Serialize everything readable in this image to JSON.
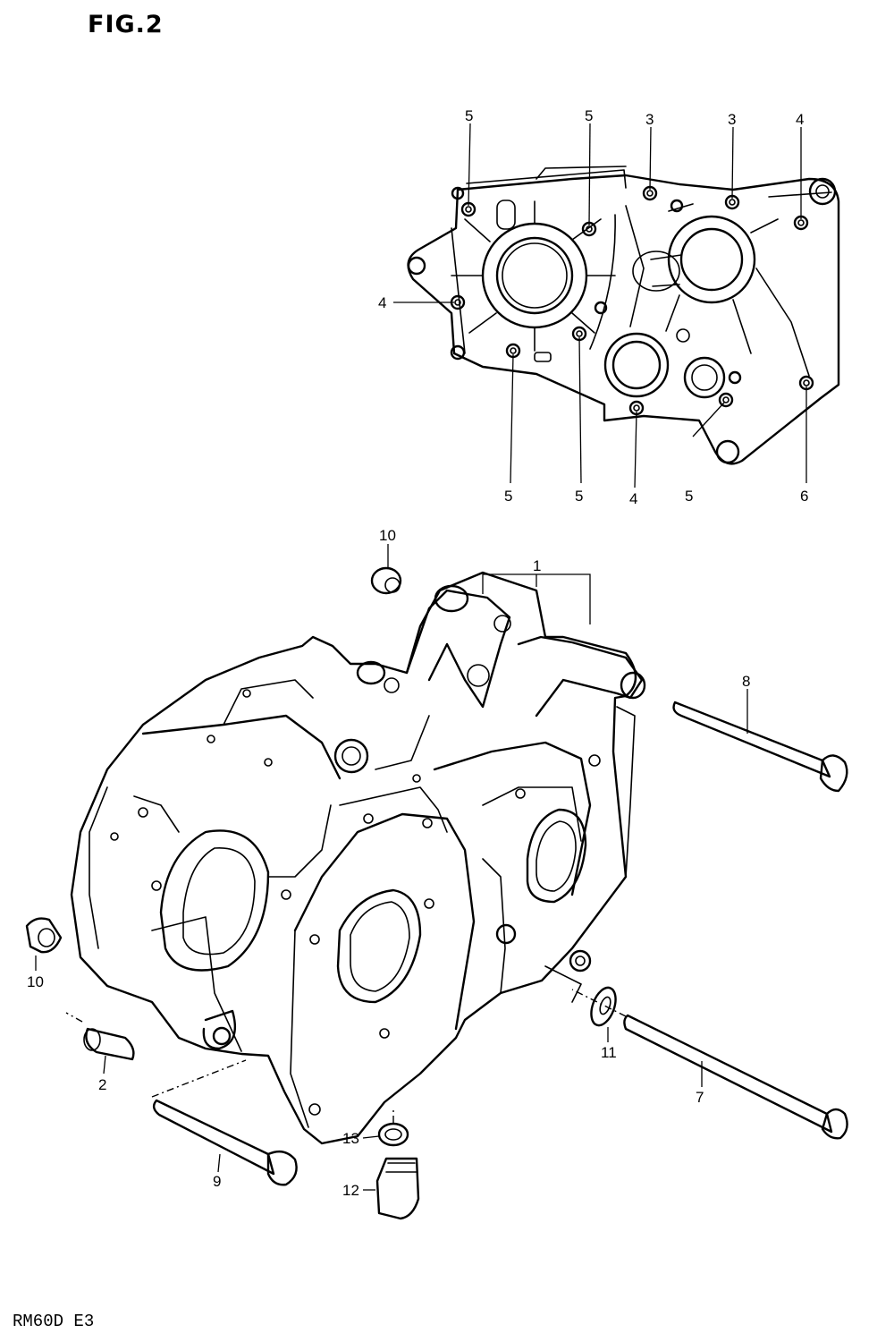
{
  "figure": {
    "title": "FIG.2",
    "model_code": "RM60D E3"
  },
  "callouts": [
    {
      "id": "c1",
      "text": "1"
    },
    {
      "id": "c2",
      "text": "2"
    },
    {
      "id": "c3a",
      "text": "3"
    },
    {
      "id": "c3b",
      "text": "3"
    },
    {
      "id": "c4a",
      "text": "4"
    },
    {
      "id": "c4b",
      "text": "4"
    },
    {
      "id": "c4c",
      "text": "4"
    },
    {
      "id": "c5a",
      "text": "5"
    },
    {
      "id": "c5b",
      "text": "5"
    },
    {
      "id": "c5c",
      "text": "5"
    },
    {
      "id": "c5d",
      "text": "5"
    },
    {
      "id": "c5e",
      "text": "5"
    },
    {
      "id": "c6",
      "text": "6"
    },
    {
      "id": "c7",
      "text": "7"
    },
    {
      "id": "c8",
      "text": "8"
    },
    {
      "id": "c9",
      "text": "9"
    },
    {
      "id": "c10a",
      "text": "10"
    },
    {
      "id": "c10b",
      "text": "10"
    },
    {
      "id": "c11",
      "text": "11"
    },
    {
      "id": "c12",
      "text": "12"
    },
    {
      "id": "c13",
      "text": "13"
    }
  ]
}
